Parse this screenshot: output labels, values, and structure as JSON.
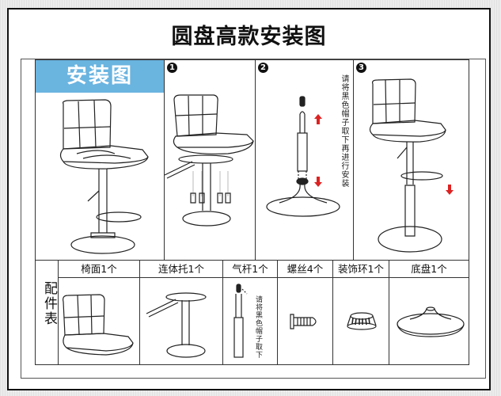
{
  "title": "圆盘高款安装图",
  "install_section": {
    "banner": "安装图",
    "steps": [
      {
        "number": "1"
      },
      {
        "number": "2",
        "note": "请将黑色帽子取下再进行安装"
      },
      {
        "number": "3"
      }
    ]
  },
  "parts_section": {
    "label": "配件表",
    "parts": [
      {
        "name": "椅面1个",
        "icon": "seat-icon"
      },
      {
        "name": "连体托1个",
        "icon": "chassis-icon"
      },
      {
        "name": "气杆1个",
        "icon": "gas-lift-icon",
        "note": "请将黑色帽子取下"
      },
      {
        "name": "螺丝4个",
        "icon": "screw-icon"
      },
      {
        "name": "装饰环1个",
        "icon": "trim-ring-icon"
      },
      {
        "name": "底盘1个",
        "icon": "base-icon"
      }
    ]
  },
  "colors": {
    "banner": "#6ab4e0",
    "arrow": "#dd2222"
  }
}
